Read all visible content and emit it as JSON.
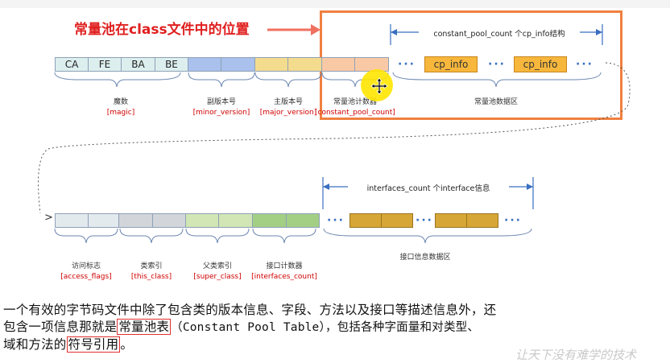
{
  "title_annotation": "常量池在class文件中的位置",
  "colors": {
    "red": "#e02020",
    "orange_frame": "#f08040",
    "blue": "#3a6fc0",
    "cp_fill": "#f6b73c",
    "interface_fill": "#d6a636"
  },
  "top_row": {
    "magic_cells": [
      "CA",
      "FE",
      "BA",
      "BE"
    ],
    "groups": [
      {
        "label": "魔数",
        "sub": "[magic]"
      },
      {
        "label": "副版本号",
        "sub": "[minor_version]"
      },
      {
        "label": "主版本号",
        "sub": "[major_version]"
      },
      {
        "label": "常量池计数器",
        "sub": "[constant_pool_count]"
      }
    ],
    "cp_count_label": "constant_pool_count 个cp_info结构",
    "cp_items": [
      "cp_info",
      "cp_info"
    ],
    "cp_area_label": "常量池数据区",
    "ellipsis": "···"
  },
  "bottom_row": {
    "groups": [
      {
        "label": "访问标志",
        "sub": "[access_flags]"
      },
      {
        "label": "类索引",
        "sub": "[this_class]"
      },
      {
        "label": "父类索引",
        "sub": "[super_class]"
      },
      {
        "label": "接口计数器",
        "sub": "[interfaces_count]"
      }
    ],
    "interfaces_label": "interfaces_count 个interface信息",
    "interfaces_area_label": "接口信息数据区",
    "ellipsis": "···"
  },
  "paragraph": {
    "line1": "一个有效的字节码文件中除了包含类的版本信息、字段、方法以及接口等描述信息外，还",
    "line2_a": "包含一项信息那就是",
    "line2_hl": "常量池表",
    "line2_b": "（Constant Pool Table），包括各种字面量和对类型、",
    "line3_a": "域和方法的",
    "line3_hl": "符号引用",
    "line3_b": "。"
  },
  "watermark": "让天下没有难学的技术"
}
